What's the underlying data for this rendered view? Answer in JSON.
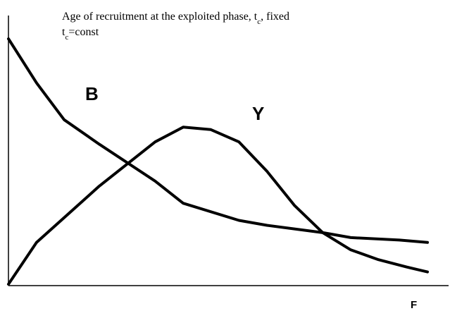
{
  "chart_data": {
    "type": "line",
    "title": {
      "line1": {
        "text": "Age of recruitment at the exploited phase, t",
        "sub": "c",
        "tail": ", fixed"
      },
      "line2": {
        "text": "t",
        "sub": "c",
        "tail": "=const"
      }
    },
    "xlabel": "F",
    "ylabel": "",
    "xlim": [
      0,
      10
    ],
    "ylim": [
      0,
      10
    ],
    "grid": false,
    "series": [
      {
        "name": "B",
        "x": [
          0,
          0.67,
          1.33,
          2.17,
          3.5,
          4.17,
          5.5,
          6.17,
          7.5,
          8.17,
          9.33,
          10
        ],
        "y": [
          10,
          8.2,
          6.7,
          5.7,
          4.2,
          3.3,
          2.6,
          2.4,
          2.1,
          1.9,
          1.8,
          1.7
        ]
      },
      {
        "name": "Y",
        "x": [
          0,
          0.67,
          2.17,
          3.5,
          4.17,
          4.83,
          5.5,
          6.17,
          6.83,
          7.5,
          8.17,
          8.83,
          9.5,
          10
        ],
        "y": [
          0,
          1.7,
          4.0,
          5.8,
          6.4,
          6.3,
          5.8,
          4.6,
          3.2,
          2.1,
          1.4,
          1.0,
          0.7,
          0.5
        ]
      }
    ]
  }
}
